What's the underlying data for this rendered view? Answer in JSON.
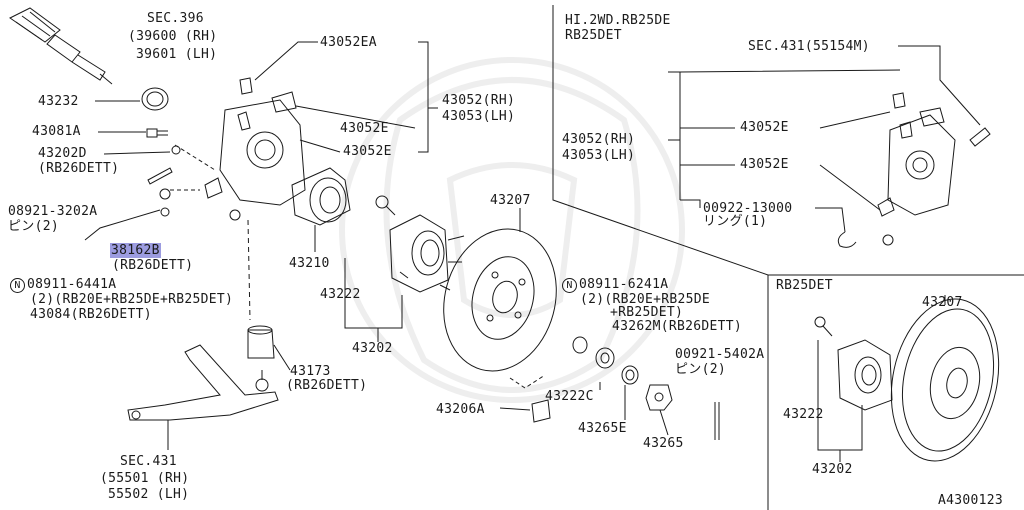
{
  "colors": {
    "ink": "#1a1a1a",
    "highlight": "#9c9ce0",
    "paper": "#ffffff",
    "watermark": "#eeeeee"
  },
  "labels": {
    "sec396": "SEC.396",
    "p39600": "(39600 (RH)",
    "p39601": "39601 (LH)",
    "p43232": "43232",
    "p43081A": "43081A",
    "p43202D": "43202D",
    "rb26_a": "(RB26DETT)",
    "p08921_3202A": "08921-3202A",
    "pin2_a": "ピン(2)",
    "p38162B": "38162B",
    "rb26_b": "(RB26DETT)",
    "n_a": "N",
    "p08911_6441A": "08911-6441A",
    "q2_a": "(2)(RB20E+RB25DE+RB25DET)",
    "p43084": "43084(RB26DETT)",
    "p43052EA": "43052EA",
    "p43052RH": "43052(RH)",
    "p43053LH": "43053(LH)",
    "p43052E_a": "43052E",
    "p43052E_b": "43052E",
    "p43210": "43210",
    "p43222_a": "43222",
    "p43202_a": "43202",
    "p43207_a": "43207",
    "p43173": "43173",
    "rb26_c": "(RB26DETT)",
    "sec431": "SEC.431",
    "p55501": "(55501 (RH)",
    "p55502": "55502 (LH)",
    "n_b": "N",
    "p08911_6241A": "08911-6241A",
    "q2_b": "(2)(RB20E+RB25DE",
    "rb25det_b": "+RB25DET)",
    "p43262M": "43262M(RB26DETT)",
    "p43222C": "43222C",
    "p00921": "00921-5402A",
    "pin2_b": "ピン(2)",
    "p43206A": "43206A",
    "p43265E": "43265E",
    "p43265": "43265",
    "hi2wd": "HI.2WD.RB25DE",
    "rb25det_hdr1": "RB25DET",
    "sec431_55154": "SEC.431(55154M)",
    "p43052E_c": "43052E",
    "p43052RH_b": "43052(RH)",
    "p43053LH_b": "43053(LH)",
    "p43052E_d": "43052E",
    "p00922": "00922-13000",
    "ring1": "リング(1)",
    "rb25det_hdr2": "RB25DET",
    "p43207_b": "43207",
    "p43222_b": "43222",
    "p43202_b": "43202",
    "diagram_id": "A4300123"
  }
}
